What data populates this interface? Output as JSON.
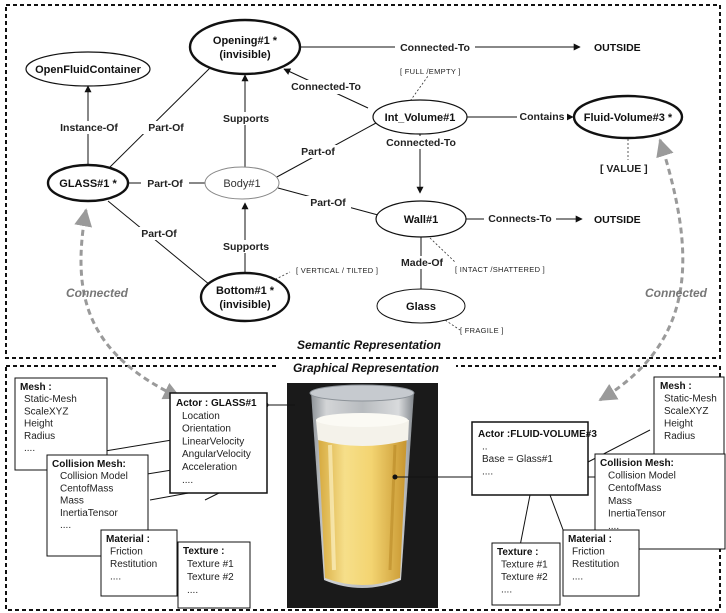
{
  "sections": {
    "semantic": "Semantic Representation",
    "graphical": "Graphical Representation"
  },
  "nodes": {
    "open_fluid_container": "OpenFluidContainer",
    "opening_line1": "Opening#1 *",
    "opening_line2": "(invisible)",
    "glass1": "GLASS#1 *",
    "body1": "Body#1",
    "int_volume": "Int_Volume#1",
    "fluid_volume": "Fluid-Volume#3 *",
    "wall": "Wall#1",
    "glass": "Glass",
    "bottom_line1": "Bottom#1 *",
    "bottom_line2": "(invisible)",
    "outside_top": "OUTSIDE",
    "outside_mid": "OUTSIDE"
  },
  "edges": {
    "connected_to_top": "Connected-To",
    "connected_to_opening": "Connected-To",
    "instance_of": "Instance-Of",
    "part_of_opening": "Part-Of",
    "supports_top": "Supports",
    "part_of_body": "Part-Of",
    "part_of_int": "Part-of",
    "part_of_wall": "Part-Of",
    "part_of_bottom": "Part-Of",
    "supports_bottom": "Supports",
    "contains": "Contains",
    "connected_to_wall": "Connected-To",
    "connects_to": "Connects-To",
    "made_of": "Made-Of"
  },
  "annotations": {
    "full_empty": "[ FULL /EMPTY ]",
    "value": "[ VALUE ]",
    "vertical_tilted": "[ VERTICAL / TILTED ]",
    "intact_shattered": "[ INTACT /SHATTERED ]",
    "fragile": "[ FRAGILE ]",
    "connected_left": "Connected",
    "connected_right": "Connected"
  },
  "boxes": {
    "mesh_left": {
      "title": "Mesh :",
      "items": [
        "Static-Mesh",
        "ScaleXYZ",
        "Height",
        "Radius",
        "...."
      ]
    },
    "collision_left": {
      "title": "Collision Mesh:",
      "items": [
        "Collision Model",
        "CentofMass",
        "Mass",
        "InertiaTensor",
        "...."
      ]
    },
    "material_left": {
      "title": "Material :",
      "items": [
        "Friction",
        "Restitution",
        "...."
      ]
    },
    "texture_left": {
      "title": "Texture :",
      "items": [
        "Texture #1",
        "Texture #2",
        "...."
      ]
    },
    "actor_glass": {
      "title": "Actor : GLASS#1",
      "items": [
        "Location",
        "Orientation",
        "LinearVelocity",
        "AngularVelocity",
        "Acceleration",
        "...."
      ]
    },
    "actor_fluid": {
      "title": "Actor :FLUID-VOLUME#3",
      "items": [
        "..",
        "Base = Glass#1",
        "...."
      ]
    },
    "mesh_right": {
      "title": "Mesh :",
      "items": [
        "Static-Mesh",
        "ScaleXYZ",
        "Height",
        "Radius"
      ]
    },
    "collision_right": {
      "title": "Collision Mesh:",
      "items": [
        "Collision Model",
        "CentofMass",
        "Mass",
        "InertiaTensor",
        "...."
      ]
    },
    "material_right": {
      "title": "Material :",
      "items": [
        "Friction",
        "Restitution",
        "...."
      ]
    },
    "texture_right": {
      "title": "Texture :",
      "items": [
        "Texture #1",
        "Texture #2",
        "...."
      ]
    }
  },
  "colors": {
    "line": "#111111",
    "dashed_connector": "#9a9a9a",
    "fluid": "#f2d27a",
    "foam": "#f4f2ea",
    "render_bg": "#1a1a1a"
  }
}
